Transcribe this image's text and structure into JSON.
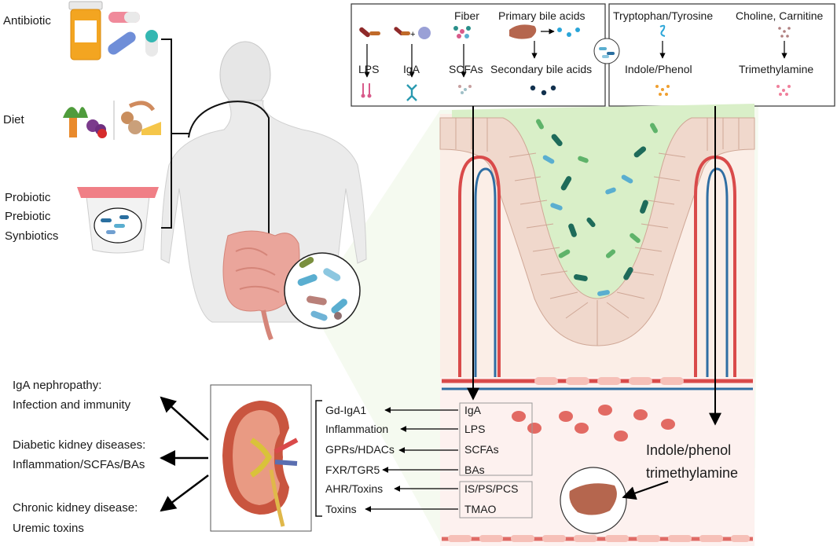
{
  "inputs": [
    {
      "label": "Antibiotic"
    },
    {
      "label": "Diet"
    },
    {
      "label": "Probiotic"
    },
    {
      "label": "Prebiotic"
    },
    {
      "label": "Synbiotics"
    }
  ],
  "metabolites_left": {
    "lps": "LPS",
    "iga": "IgA",
    "fiber": "Fiber",
    "scfas": "SCFAs",
    "primary_bile_acids": "Primary bile acids",
    "secondary_bile_acids": "Secondary bile acids"
  },
  "metabolites_right": {
    "tryptophan_tyrosine": "Tryptophan/Tyrosine",
    "indole_phenol": "Indole/Phenol",
    "choline_carnitine": "Choline, Carnitine",
    "trimethylamine": "Trimethylamine"
  },
  "liver_label": {
    "line1": "Indole/phenol",
    "line2": "trimethylamine"
  },
  "mediators": [
    {
      "effect": "Gd-IgA1",
      "source": "IgA"
    },
    {
      "effect": "Inflammation",
      "source": "LPS"
    },
    {
      "effect": "GPRs/HDACs",
      "source": "SCFAs"
    },
    {
      "effect": "FXR/TGR5",
      "source": "BAs"
    },
    {
      "effect": "AHR/Toxins",
      "source": "IS/PS/PCS"
    },
    {
      "effect": "Toxins",
      "source": "TMAO"
    }
  ],
  "diseases": [
    {
      "name": "IgA nephropathy:",
      "detail": "Infection and immunity"
    },
    {
      "name": "Diabetic kidney diseases:",
      "detail": "Inflammation/SCFAs/BAs"
    },
    {
      "name": "Chronic kidney disease:",
      "detail": "Uremic toxins"
    }
  ],
  "colors": {
    "vessel_red": "#d94a4a",
    "vessel_blue": "#2f6ea3",
    "epithelium": "#f0d8cc",
    "mucus_green": "#d9efc8",
    "bacteria_dark_green": "#1e6b5a",
    "bacteria_light_green": "#5fb36a",
    "bacteria_blue": "#5aaed0",
    "liver": "#b5664e",
    "intestine": "#eaa59b",
    "body_gray": "#e8e8e8"
  }
}
